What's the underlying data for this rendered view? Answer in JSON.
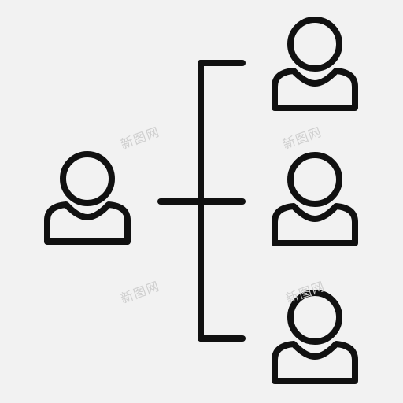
{
  "icon": {
    "name": "org-chart-icon",
    "stroke_color": "#111111",
    "background_color": "#f2f2f2"
  },
  "nodes": [
    {
      "role": "parent",
      "icon": "person-icon"
    },
    {
      "role": "child",
      "icon": "person-icon"
    },
    {
      "role": "child",
      "icon": "person-icon"
    },
    {
      "role": "child",
      "icon": "person-icon"
    }
  ],
  "watermark": {
    "text": "新图网",
    "color": "#cfcfcf"
  }
}
